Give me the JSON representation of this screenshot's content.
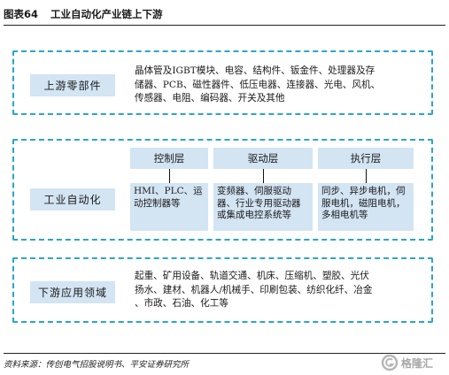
{
  "figure": {
    "label": "图表64",
    "title": "工业自动化产业链上下游"
  },
  "upstream": {
    "tag": "上游零部件",
    "lines": [
      "晶体管及IGBT模块、电容、结构件、钣金件、处理器及存",
      "储器、PCB、磁性器件、低压电器、连接器、光电、风机、",
      "传感器、电阻、编码器、开关及其他"
    ]
  },
  "automation": {
    "tag": "工业自动化",
    "columns": [
      {
        "head": "控制层",
        "body": "HMI、PLC、运动控制器等"
      },
      {
        "head": "驱动层",
        "body": "变频器、伺服驱动器、行业专用驱动器或集成电控系统等"
      },
      {
        "head": "执行层",
        "body": "同步、异步电机，伺服电机，磁阻电机，多相电机等"
      }
    ]
  },
  "downstream": {
    "tag": "下游应用领域",
    "lines": [
      "起重、矿用设备、轨道交通、机床、压缩机、塑胶、光伏",
      "扬水、建材、机器人/机械手、印刷包装、纺织化纤、冶金",
      "、市政、石油、化工等"
    ]
  },
  "source": "资料来源：传创电气招股说明书、平安证券研究所",
  "watermark": {
    "text": "格隆汇",
    "icon": "gelonghui-logo-icon"
  },
  "colors": {
    "dashed_border": "#2aa5c9",
    "box_fill": "#d3e4f3"
  }
}
